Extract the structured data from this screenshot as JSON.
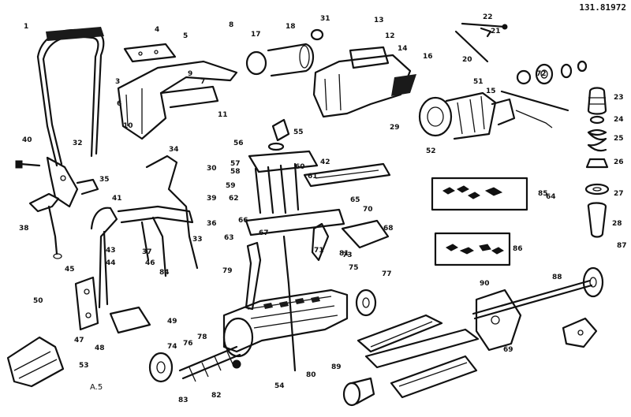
{
  "header": {
    "model_number": "131.81972"
  },
  "footer": {
    "page_code": "A.5"
  },
  "diagram": {
    "callouts": [
      "1",
      "3",
      "4",
      "5",
      "6",
      "7",
      "8",
      "9",
      "10",
      "11",
      "12",
      "13",
      "14",
      "15",
      "16",
      "17",
      "18",
      "20",
      "21",
      "22",
      "23",
      "24",
      "25",
      "26",
      "27",
      "28",
      "29",
      "30",
      "31",
      "32",
      "33",
      "34",
      "35",
      "36",
      "37",
      "38",
      "39",
      "40",
      "41",
      "42",
      "43",
      "44",
      "45",
      "46",
      "47",
      "48",
      "49",
      "50",
      "51",
      "52",
      "53",
      "54",
      "55",
      "56",
      "57",
      "58",
      "59",
      "60",
      "61",
      "62",
      "63",
      "64",
      "65",
      "66",
      "67",
      "68",
      "69",
      "70",
      "71",
      "72",
      "73",
      "74",
      "75",
      "76",
      "77",
      "78",
      "79",
      "80",
      "81",
      "82",
      "83",
      "84",
      "85",
      "86",
      "87",
      "88",
      "89",
      "90"
    ]
  }
}
